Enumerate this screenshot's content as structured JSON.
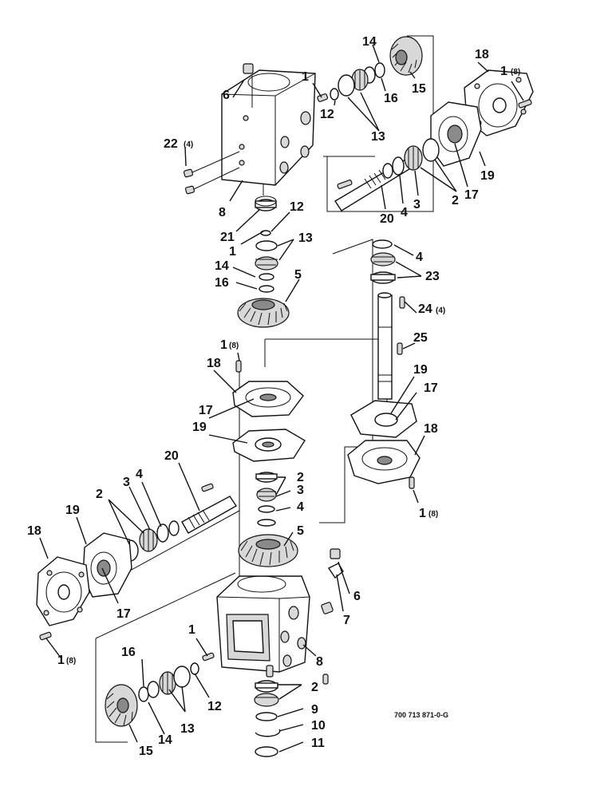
{
  "drawing_number": "700 713 871-0-G",
  "callouts": [
    {
      "id": "c1",
      "number": "6",
      "qty": ""
    },
    {
      "id": "c2",
      "number": "22",
      "qty": "(4)"
    },
    {
      "id": "c3",
      "number": "8",
      "qty": ""
    },
    {
      "id": "c4",
      "number": "1",
      "qty": ""
    },
    {
      "id": "c5",
      "number": "12",
      "qty": ""
    },
    {
      "id": "c6",
      "number": "13",
      "qty": ""
    },
    {
      "id": "c7",
      "number": "14",
      "qty": ""
    },
    {
      "id": "c8",
      "number": "16",
      "qty": ""
    },
    {
      "id": "c9",
      "number": "15",
      "qty": ""
    },
    {
      "id": "c10",
      "number": "18",
      "qty": ""
    },
    {
      "id": "c11",
      "number": "1",
      "qty": "(8)"
    },
    {
      "id": "c12",
      "number": "19",
      "qty": ""
    },
    {
      "id": "c13",
      "number": "17",
      "qty": ""
    },
    {
      "id": "c14",
      "number": "2",
      "qty": ""
    },
    {
      "id": "c15",
      "number": "3",
      "qty": ""
    },
    {
      "id": "c16",
      "number": "4",
      "qty": ""
    },
    {
      "id": "c17",
      "number": "20",
      "qty": ""
    },
    {
      "id": "c18",
      "number": "21",
      "qty": ""
    },
    {
      "id": "c19",
      "number": "1",
      "qty": ""
    },
    {
      "id": "c20",
      "number": "12",
      "qty": ""
    },
    {
      "id": "c21",
      "number": "13",
      "qty": ""
    },
    {
      "id": "c22",
      "number": "14",
      "qty": ""
    },
    {
      "id": "c23",
      "number": "16",
      "qty": ""
    },
    {
      "id": "c24",
      "number": "5",
      "qty": ""
    },
    {
      "id": "c25",
      "number": "4",
      "qty": ""
    },
    {
      "id": "c26",
      "number": "23",
      "qty": ""
    },
    {
      "id": "c27",
      "number": "24",
      "qty": "(4)"
    },
    {
      "id": "c28",
      "number": "25",
      "qty": ""
    },
    {
      "id": "c29",
      "number": "19",
      "qty": ""
    },
    {
      "id": "c30",
      "number": "17",
      "qty": ""
    },
    {
      "id": "c31",
      "number": "18",
      "qty": ""
    },
    {
      "id": "c32",
      "number": "1",
      "qty": "(8)"
    },
    {
      "id": "c33",
      "number": "1",
      "qty": "(8)"
    },
    {
      "id": "c34",
      "number": "18",
      "qty": ""
    },
    {
      "id": "c35",
      "number": "17",
      "qty": ""
    },
    {
      "id": "c36",
      "number": "19",
      "qty": ""
    },
    {
      "id": "c37",
      "number": "2",
      "qty": ""
    },
    {
      "id": "c38",
      "number": "3",
      "qty": ""
    },
    {
      "id": "c39",
      "number": "4",
      "qty": ""
    },
    {
      "id": "c40",
      "number": "5",
      "qty": ""
    },
    {
      "id": "c41",
      "number": "20",
      "qty": ""
    },
    {
      "id": "c42",
      "number": "2",
      "qty": ""
    },
    {
      "id": "c43",
      "number": "3",
      "qty": ""
    },
    {
      "id": "c44",
      "number": "4",
      "qty": ""
    },
    {
      "id": "c45",
      "number": "19",
      "qty": ""
    },
    {
      "id": "c46",
      "number": "18",
      "qty": ""
    },
    {
      "id": "c47",
      "number": "17",
      "qty": ""
    },
    {
      "id": "c48",
      "number": "1",
      "qty": "(8)"
    },
    {
      "id": "c49",
      "number": "6",
      "qty": ""
    },
    {
      "id": "c50",
      "number": "7",
      "qty": ""
    },
    {
      "id": "c51",
      "number": "8",
      "qty": ""
    },
    {
      "id": "c52",
      "number": "1",
      "qty": ""
    },
    {
      "id": "c53",
      "number": "16",
      "qty": ""
    },
    {
      "id": "c54",
      "number": "12",
      "qty": ""
    },
    {
      "id": "c55",
      "number": "13",
      "qty": ""
    },
    {
      "id": "c56",
      "number": "15",
      "qty": ""
    },
    {
      "id": "c57",
      "number": "14",
      "qty": ""
    },
    {
      "id": "c58",
      "number": "2",
      "qty": ""
    },
    {
      "id": "c59",
      "number": "9",
      "qty": ""
    },
    {
      "id": "c60",
      "number": "10",
      "qty": ""
    },
    {
      "id": "c61",
      "number": "11",
      "qty": ""
    }
  ]
}
